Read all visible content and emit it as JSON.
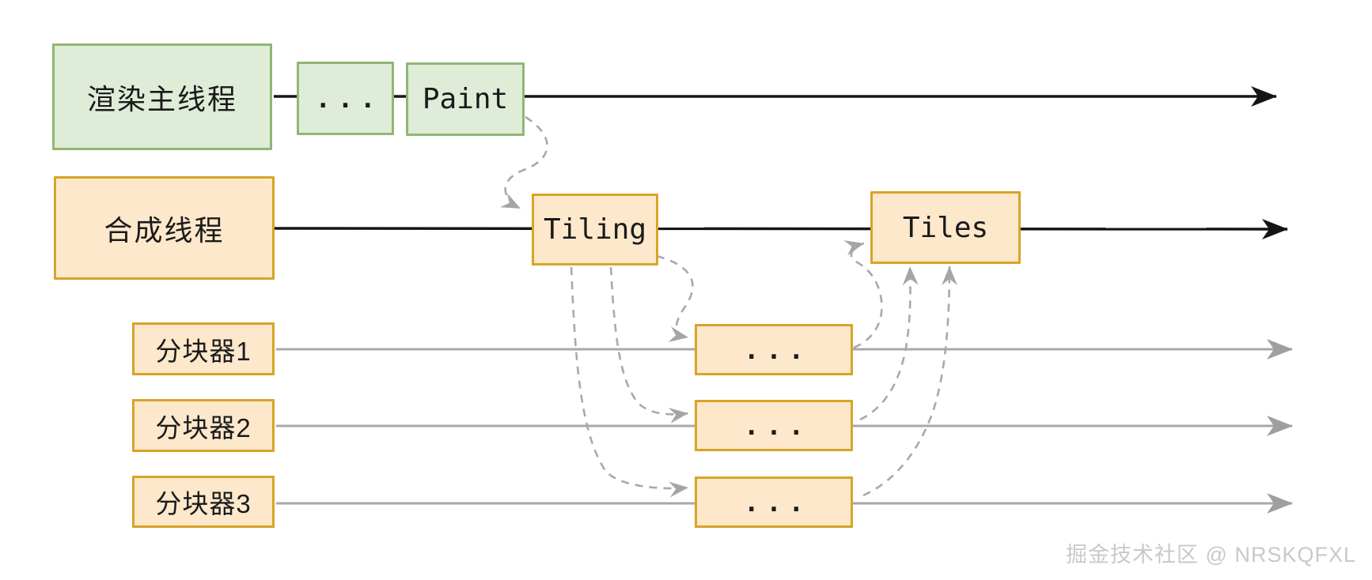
{
  "diagram_title": "browser-compositing-tiling-pipeline",
  "boxes": {
    "main_thread": "渲染主线程",
    "ellipsis": "...",
    "paint": "Paint",
    "compositor": "合成线程",
    "tiling": "Tiling",
    "tiles": "Tiles",
    "tiler1": "分块器1",
    "tiler2": "分块器2",
    "tiler3": "分块器3",
    "tiler1_task": "...",
    "tiler2_task": "...",
    "tiler3_task": "..."
  },
  "edges": [
    {
      "from": "渲染主线程",
      "to": "...",
      "style": "timeline-black"
    },
    {
      "from": "...",
      "to": "Paint",
      "style": "timeline-black"
    },
    {
      "from": "Paint",
      "to": "timeline-end",
      "style": "timeline-black-arrow"
    },
    {
      "from": "合成线程",
      "to": "Tiling",
      "style": "timeline-black"
    },
    {
      "from": "Tiling",
      "to": "Tiles",
      "style": "timeline-black"
    },
    {
      "from": "Tiles",
      "to": "timeline-end",
      "style": "timeline-black-arrow"
    },
    {
      "from": "分块器1",
      "to": "timeline-end",
      "style": "timeline-gray-arrow"
    },
    {
      "from": "分块器2",
      "to": "timeline-end",
      "style": "timeline-gray-arrow"
    },
    {
      "from": "分块器3",
      "to": "timeline-end",
      "style": "timeline-gray-arrow"
    },
    {
      "from": "Paint",
      "to": "Tiling",
      "style": "dashed-curve"
    },
    {
      "from": "Tiling",
      "to": "tiler1-task",
      "style": "dashed-curve"
    },
    {
      "from": "Tiling",
      "to": "tiler2-task",
      "style": "dashed-curve"
    },
    {
      "from": "Tiling",
      "to": "tiler3-task",
      "style": "dashed-curve"
    },
    {
      "from": "tiler1-task",
      "to": "Tiles",
      "style": "dashed-curve"
    },
    {
      "from": "tiler2-task",
      "to": "Tiles",
      "style": "dashed-curve"
    },
    {
      "from": "tiler3-task",
      "to": "Tiles",
      "style": "dashed-curve"
    }
  ],
  "colors": {
    "green_fill": "#dfecd8",
    "green_border": "#90b674",
    "orange_fill": "#fde8cc",
    "orange_border": "#d8a427",
    "black_line": "#151515",
    "gray_line": "#a8a8a8",
    "dashed_line": "#a9a9a9",
    "text": "#1a1a1a",
    "watermark": "#c9c9c9"
  },
  "watermark": "掘金技术社区 @ NRSKQFXL"
}
